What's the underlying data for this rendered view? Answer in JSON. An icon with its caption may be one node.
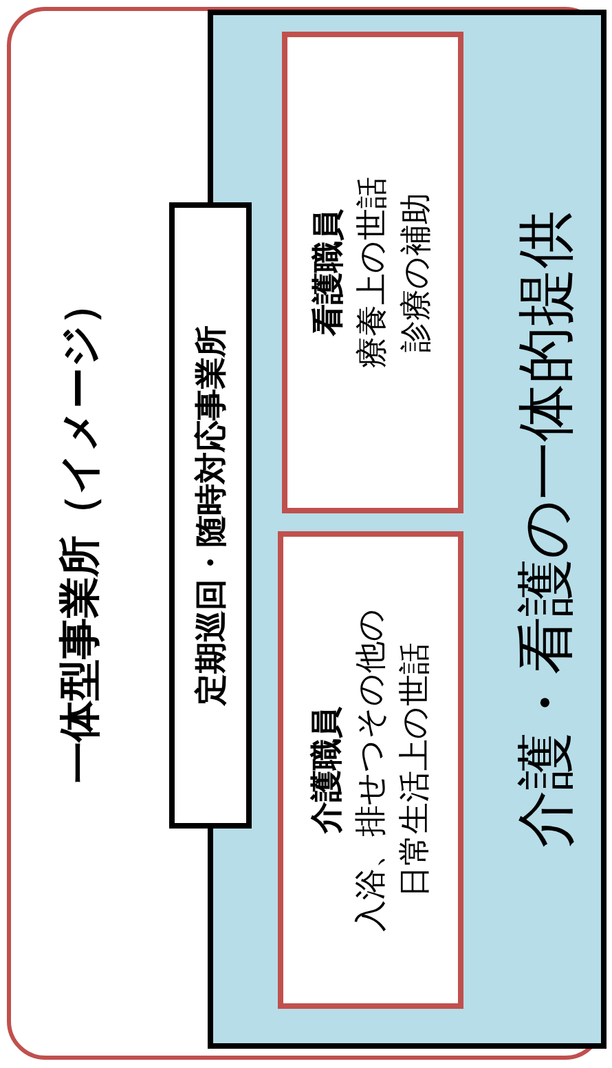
{
  "diagram": {
    "nodes": [
      {
        "text": [
          "一体型事業所（イメージ）"
        ]
      },
      {
        "text": [
          "定期巡回・随時対応事業所"
        ],
        "in": 0
      },
      {
        "text": [
          "介護・看護の一体的提供"
        ],
        "in": 0
      },
      {
        "text": [
          "介護職員",
          "入浴、排せつその他の日常生活上の世話"
        ],
        "in": 2
      },
      {
        "text": [
          "看護職員",
          "療養上の世話",
          "診療の補助"
        ],
        "in": 2
      }
    ],
    "edges": []
  }
}
